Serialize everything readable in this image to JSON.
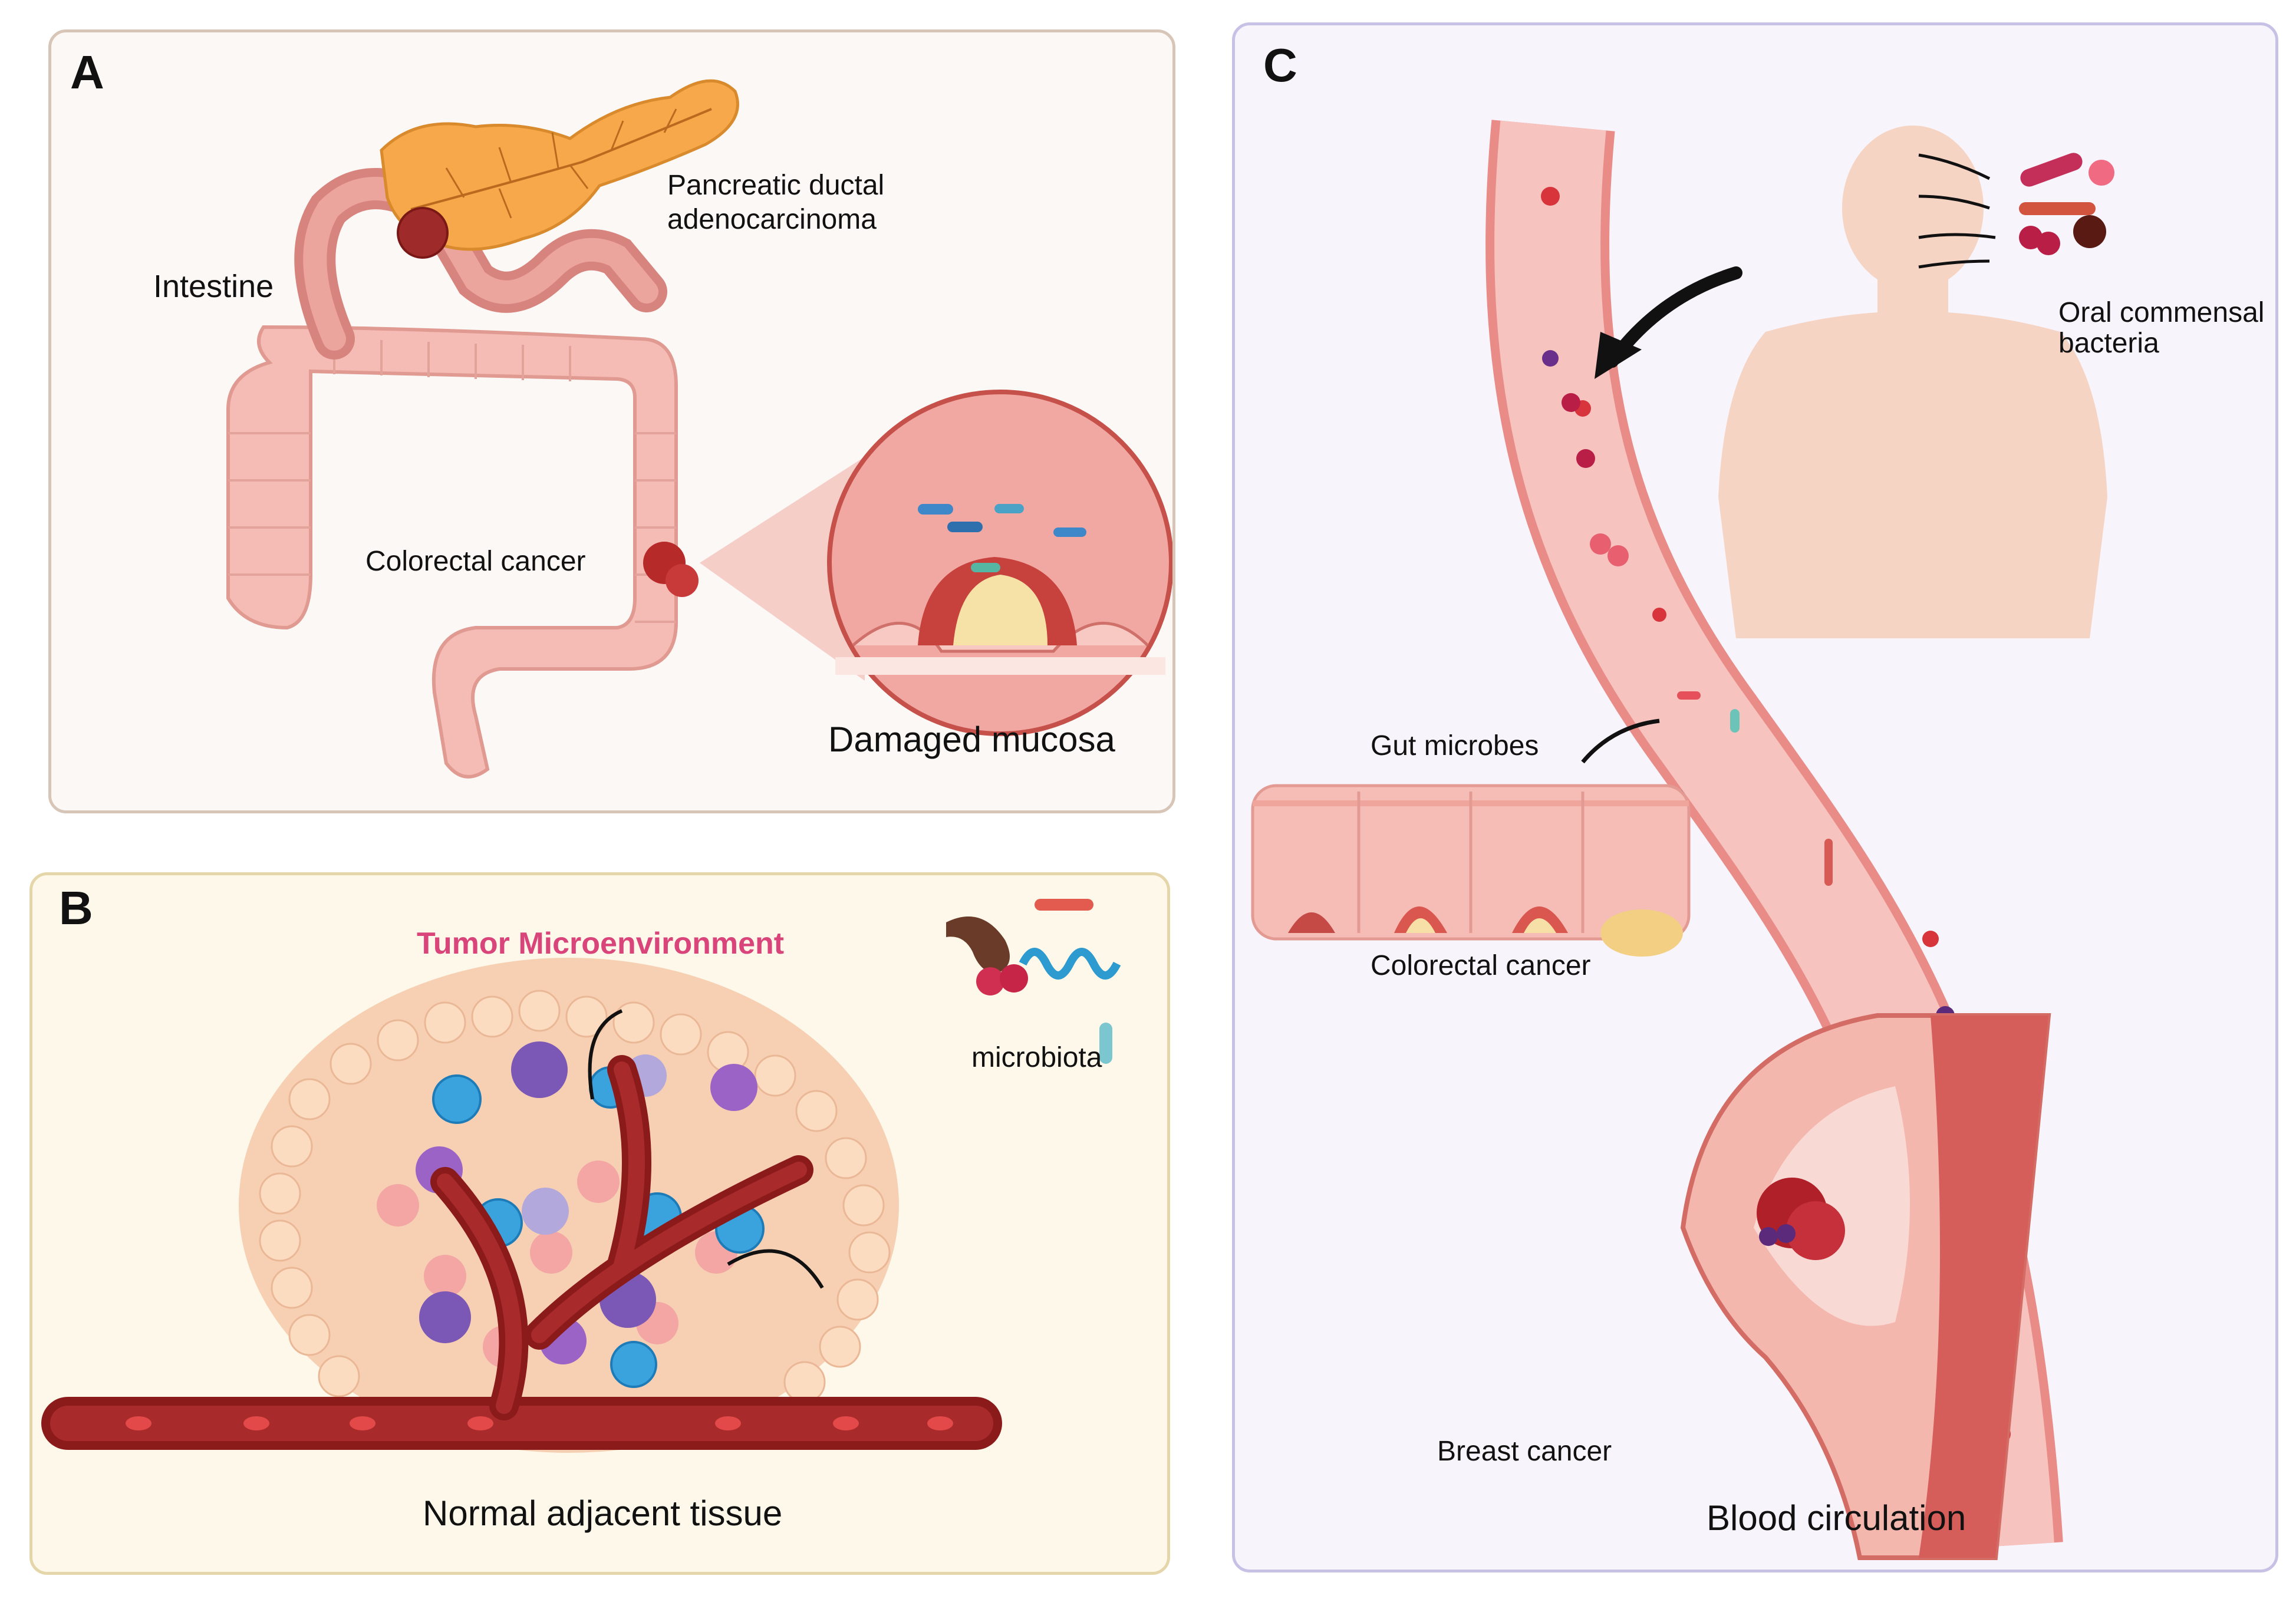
{
  "panels": {
    "a": {
      "letter": "A",
      "labels": {
        "pancreatic_line1": "Pancreatic ductal",
        "pancreatic_line2": "adenocarcinoma",
        "intestine": "Intestine",
        "colorectal_cancer": "Colorectal cancer",
        "damaged_mucosa": "Damaged mucosa"
      }
    },
    "b": {
      "letter": "B",
      "labels": {
        "tumor_microenvironment": "Tumor Microenvironment",
        "microbiota": "microbiota",
        "normal_adjacent_tissue": "Normal adjacent tissue"
      }
    },
    "c": {
      "letter": "C",
      "labels": {
        "oral_line1": "Oral commensal",
        "oral_line2": "bacteria",
        "gut_microbes": "Gut microbes",
        "colorectal_cancer": "Colorectal cancer",
        "breast_cancer": "Breast cancer",
        "blood_circulation": "Blood circulation"
      }
    }
  },
  "colors": {
    "panel_a_bg": "#fcf8f5",
    "panel_b_bg": "#fdf8e9",
    "panel_c_bg": "#f7f4fb",
    "tissue_pink": "#f4b8b0",
    "vessel_red": "#8b1a1a",
    "tumor_red": "#b8242a",
    "pancreas_orange": "#f5a347",
    "tme_title": "#d9457b",
    "immune_purple": "#7b58b5",
    "immune_blue": "#3aa2dd"
  }
}
